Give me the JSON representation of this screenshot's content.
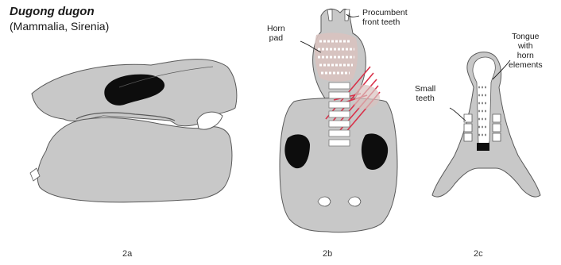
{
  "header": {
    "species": "Dugong dugon",
    "taxon": "(Mammalia, Sirenia)"
  },
  "labels": {
    "horn_pad_line1": "Horn",
    "horn_pad_line2": "pad",
    "procumbent_line1": "Procumbent",
    "procumbent_line2": "front teeth",
    "tongue_line1": "Tongue",
    "tongue_line2": "with",
    "tongue_line3": "horn",
    "tongue_line4": "elements",
    "small_teeth_line1": "Small",
    "small_teeth_line2": "teeth"
  },
  "panels": {
    "a": "2a",
    "b": "2b",
    "c": "2c"
  },
  "colors": {
    "bone": "#c8c8c8",
    "outline": "#5a5a5a",
    "dark": "#0d0d0d",
    "muscle": "#d9324a",
    "pad": "#d8c2bf"
  }
}
